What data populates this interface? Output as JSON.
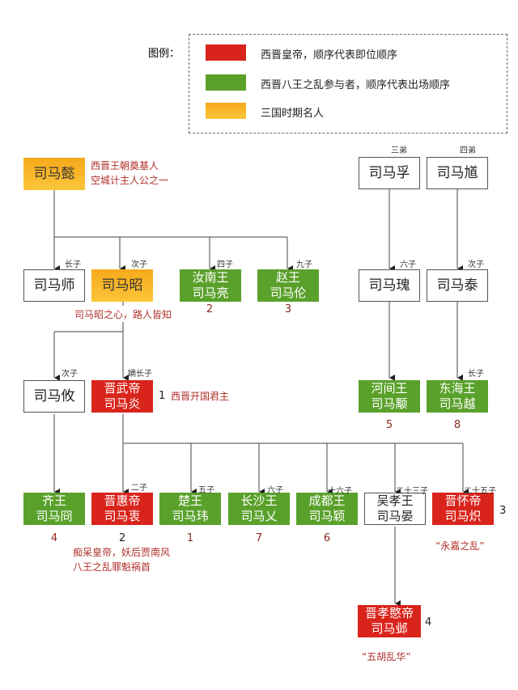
{
  "legend": {
    "title": "图例：",
    "items": [
      {
        "label": "西晋皇帝，顺序代表即位顺序",
        "color": "#d9241c"
      },
      {
        "label": "西晋八王之乱参与者，顺序代表出场顺序",
        "color": "#5aa12b"
      },
      {
        "label": "三国时期名人",
        "color": "#f6a91a"
      }
    ]
  },
  "nodes": {
    "yi": "司马懿",
    "fu": "司马孚",
    "kui": "司马馗",
    "shi": "司马师",
    "zhao": "司马昭",
    "liang": [
      "汝南王",
      "司马亮"
    ],
    "lun": [
      "赵王",
      "司马伦"
    ],
    "gui": "司马瑰",
    "tai": "司马泰",
    "you": "司马攸",
    "yan": [
      "晋武帝",
      "司马炎"
    ],
    "yong": [
      "河间王",
      "司马颙"
    ],
    "yue": [
      "东海王",
      "司马越"
    ],
    "jiong": [
      "齐王",
      "司马冏"
    ],
    "zhong": [
      "晋惠帝",
      "司马衷"
    ],
    "wei": [
      "楚王",
      "司马玮"
    ],
    "ai": [
      "长沙王",
      "司马乂"
    ],
    "ying": [
      "成都王",
      "司马颖"
    ],
    "yan2": [
      "吴孝王",
      "司马晏"
    ],
    "chi": [
      "晋怀帝",
      "司马炽"
    ],
    "ye": [
      "晋孝愍帝",
      "司马邺"
    ]
  },
  "relations": {
    "fu": "三弟",
    "kui": "四弟",
    "shi": "长子",
    "zhao": "次子",
    "liang": "四子",
    "lun": "九子",
    "gui": "六子",
    "tai": "次子",
    "you": "次子",
    "yan": "嫡长子",
    "yue": "长子",
    "zhong": "二子",
    "wei": "五子",
    "ai": "六子",
    "ying": "十六子",
    "yan2": "二十三子",
    "chi": "二十五子"
  },
  "numbers": {
    "liang": "2",
    "lun": "3",
    "yong": "5",
    "yue": "8",
    "jiong": "4",
    "zhong": "2",
    "wei": "1",
    "ai": "7",
    "ying": "6",
    "yan": "1",
    "chi": "3",
    "ye": "4"
  },
  "notes": {
    "yi": [
      "西晋王朝奠基人",
      "空城计主人公之一"
    ],
    "zhao": "司马昭之心，路人皆知",
    "yan": "西晋开国君主",
    "zhong": [
      "痴呆皇帝，妖后贾南风",
      "八王之乱罪魁祸首"
    ],
    "chi": "“永嘉之乱”",
    "ye": "“五胡乱华”"
  }
}
